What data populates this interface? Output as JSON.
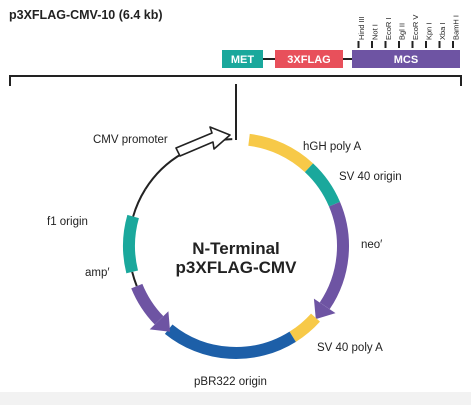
{
  "title": "p3XFLAG-CMV-10 (6.4 kb)",
  "construct": {
    "met": {
      "label": "MET",
      "color": "#1aa89c"
    },
    "flag": {
      "label": "3XFLAG",
      "color": "#e8505b"
    },
    "mcs": {
      "label": "MCS",
      "color": "#6e54a3"
    }
  },
  "restriction_sites": [
    "Hind III",
    "Not I",
    "EcoR I",
    "Bgl II",
    "EcoR V",
    "Kpn I",
    "Xba I",
    "BamH I"
  ],
  "plasmid_name": {
    "line1": "N-Terminal",
    "line2": "p3XFLAG-CMV"
  },
  "features": {
    "cmv_promoter": "CMV promoter",
    "hgh_polya": "hGH poly A",
    "sv40_origin": "SV 40 origin",
    "neo": "neo′",
    "sv40_polya": "SV 40 poly A",
    "pbr322_origin": "pBR322 origin",
    "amp": "amp′",
    "f1_origin": "f1 origin"
  },
  "colors": {
    "yellow": "#f7c948",
    "teal": "#1aa89c",
    "purple": "#6e54a3",
    "blue": "#1d5fa8",
    "circle_line": "#222222"
  }
}
